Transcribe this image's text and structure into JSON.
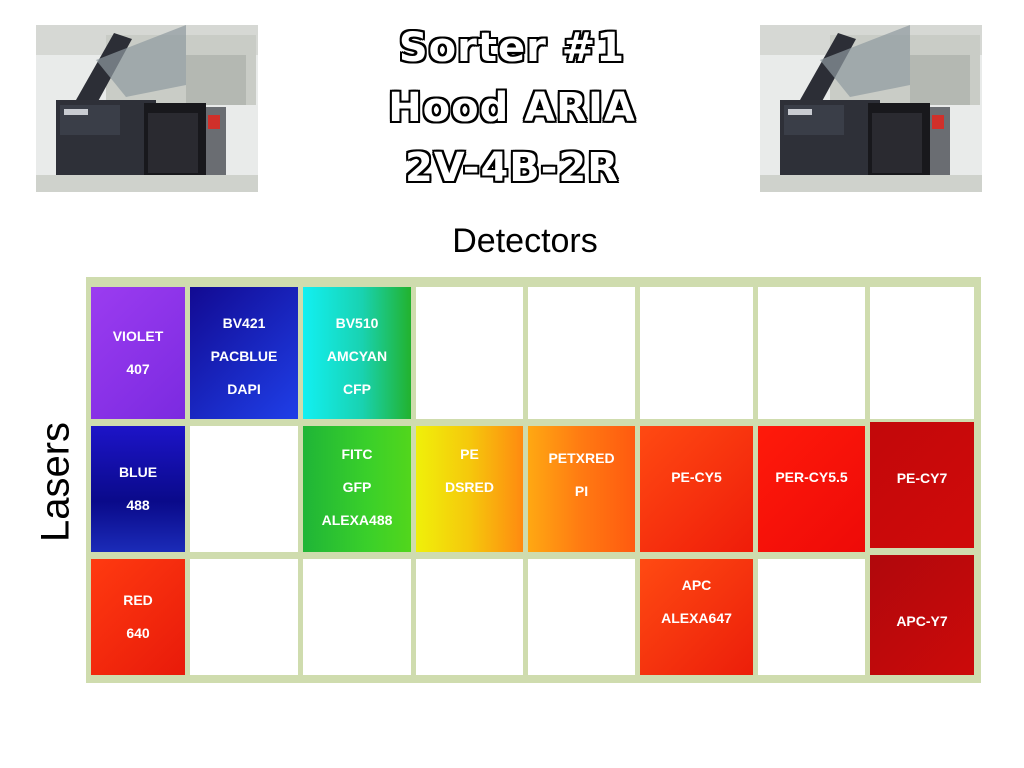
{
  "title": {
    "line1": "Sorter #1",
    "line2": "Hood ARIA",
    "line3": "2V-4B-2R"
  },
  "axes": {
    "detectors_label": "Detectors",
    "lasers_label": "Lasers"
  },
  "lasers": [
    {
      "name": "VIOLET",
      "wavelength": "407",
      "color": "#8a33e8"
    },
    {
      "name": "BLUE",
      "wavelength": "488",
      "color": "#0a0a8a"
    },
    {
      "name": "RED",
      "wavelength": "640",
      "color": "#f52a0e"
    }
  ],
  "violet_row": [
    {
      "lines": [
        "BV421",
        "PACBLUE",
        "DAPI"
      ],
      "color": "#1a2fc8"
    },
    {
      "lines": [
        "BV510",
        "AMCYAN",
        "CFP"
      ],
      "color": "#18d8c0"
    }
  ],
  "blue_row": [
    {
      "lines": [
        "FITC",
        "GFP",
        "ALEXA488"
      ],
      "color": "#36c82a"
    },
    {
      "lines": [
        "PE",
        "DSRED"
      ],
      "color": "#f5c40c"
    },
    {
      "lines": [
        "PETXRED",
        "PI"
      ],
      "color": "#ff8a12"
    },
    {
      "lines": [
        "PE-CY5"
      ],
      "color": "#f52e0e"
    },
    {
      "lines": [
        "PER-CY5.5"
      ],
      "color": "#f5120a"
    },
    {
      "lines": [
        "PE-CY7"
      ],
      "color": "#c8080a"
    }
  ],
  "red_row": [
    {
      "lines": [
        "APC",
        "ALEXA647"
      ],
      "color": "#f5300e"
    },
    {
      "lines": [
        "APC-Y7"
      ],
      "color": "#bb080b"
    }
  ],
  "colors": {
    "grid_border": "#cfdcae",
    "title_text": "#ffffff",
    "title_outline": "#000000"
  }
}
